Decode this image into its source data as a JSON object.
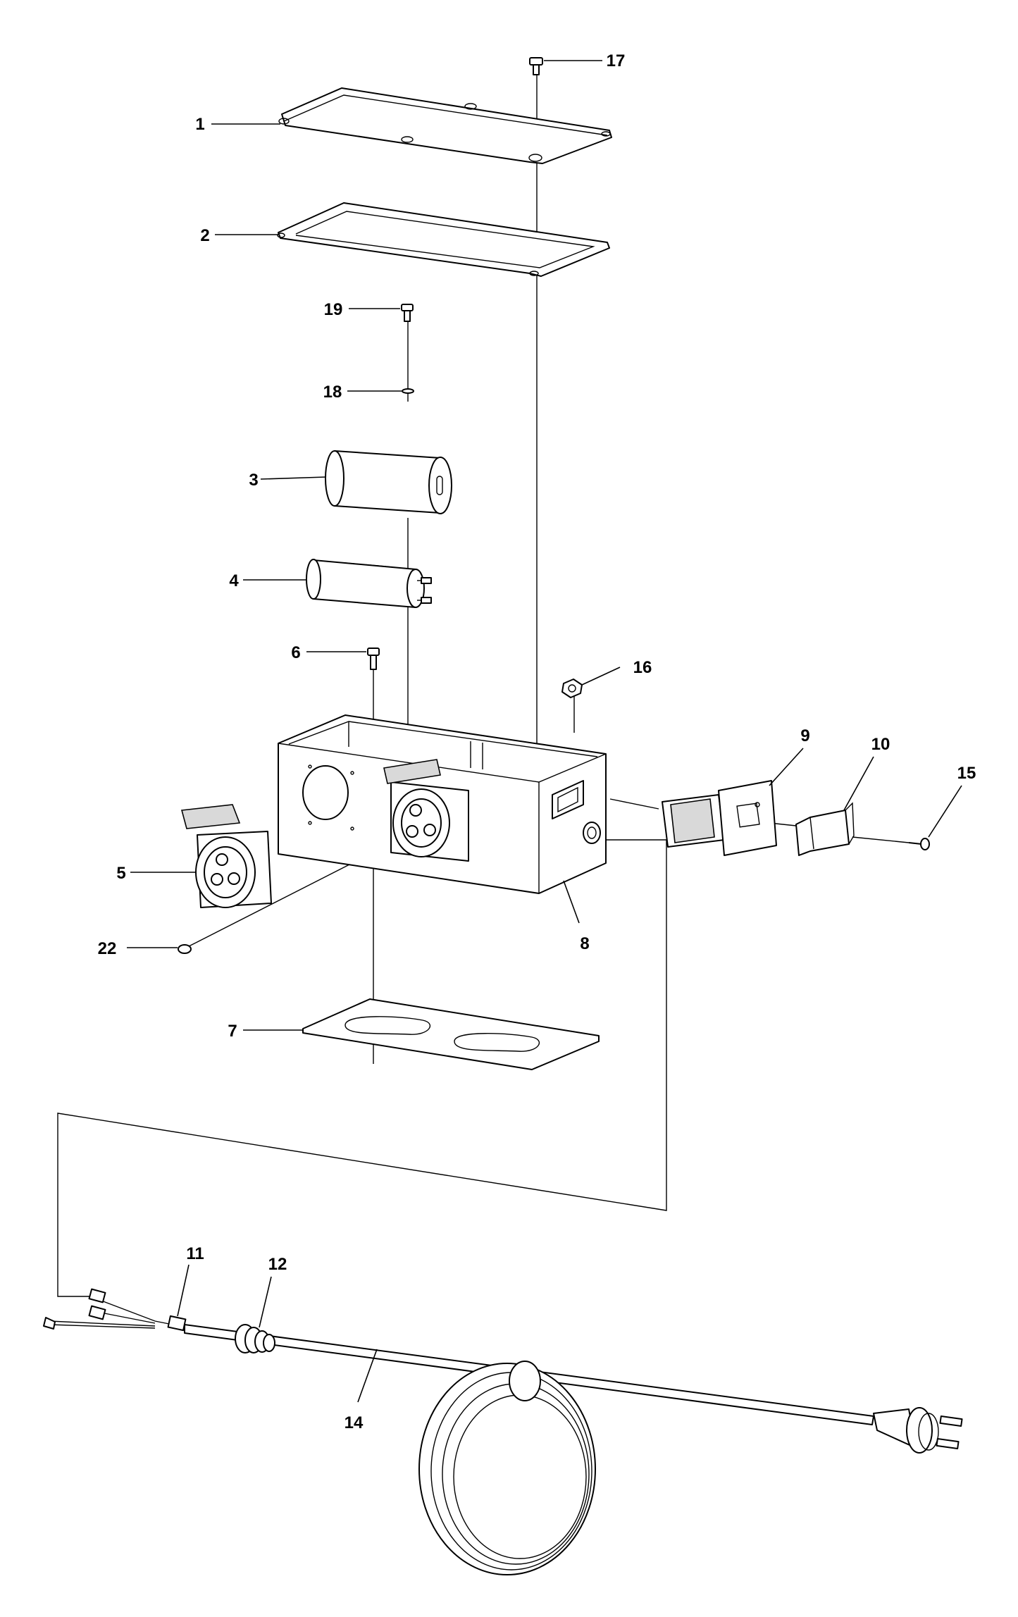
{
  "diagram": {
    "callouts": [
      {
        "id": "1",
        "label": "1"
      },
      {
        "id": "2",
        "label": "2"
      },
      {
        "id": "3",
        "label": "3"
      },
      {
        "id": "4",
        "label": "4"
      },
      {
        "id": "5",
        "label": "5"
      },
      {
        "id": "6",
        "label": "6"
      },
      {
        "id": "7",
        "label": "7"
      },
      {
        "id": "8",
        "label": "8"
      },
      {
        "id": "9",
        "label": "9"
      },
      {
        "id": "10",
        "label": "10"
      },
      {
        "id": "11",
        "label": "11"
      },
      {
        "id": "12",
        "label": "12"
      },
      {
        "id": "14",
        "label": "14"
      },
      {
        "id": "15",
        "label": "15"
      },
      {
        "id": "16",
        "label": "16"
      },
      {
        "id": "17",
        "label": "17"
      },
      {
        "id": "18",
        "label": "18"
      },
      {
        "id": "19",
        "label": "19"
      },
      {
        "id": "22",
        "label": "22"
      }
    ],
    "colors": {
      "line": "#000000",
      "background": "#ffffff",
      "shade": "#d9d9d9"
    }
  }
}
